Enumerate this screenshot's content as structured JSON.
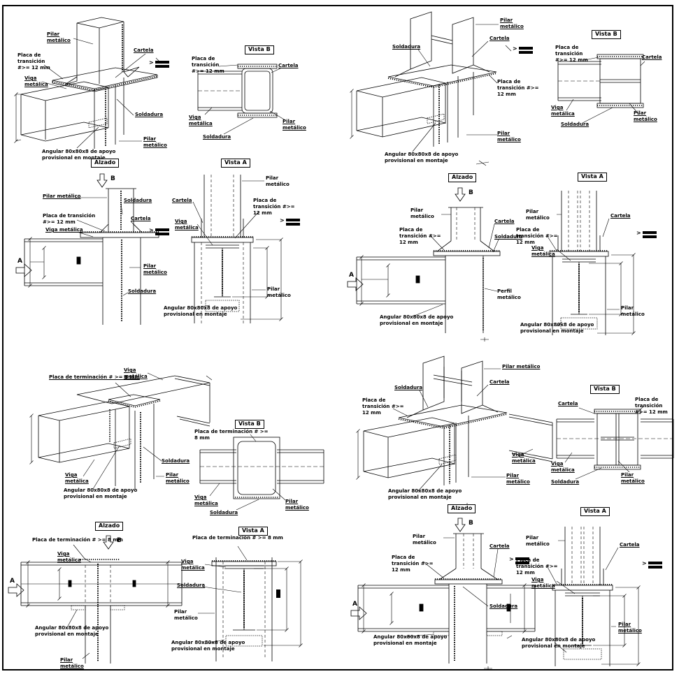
{
  "sheet": {
    "labels": {
      "pilar": "Pilar metálico",
      "viga": "Viga metálica",
      "perfil": "Perfil metálico",
      "placa_transicion": "Placa de transición #>= 12 mm",
      "placa_terminacion": "Placa de terminación # >= 8 mm",
      "soldadura": "Soldadura",
      "cartela": "Cartela",
      "angular": "Angular 80x80x8 de apoyo provisional en montaje",
      "alzado": "Alzado",
      "vista_a": "Vista A",
      "vista_b": "Vista B",
      "a": "A",
      "b": "B"
    }
  }
}
